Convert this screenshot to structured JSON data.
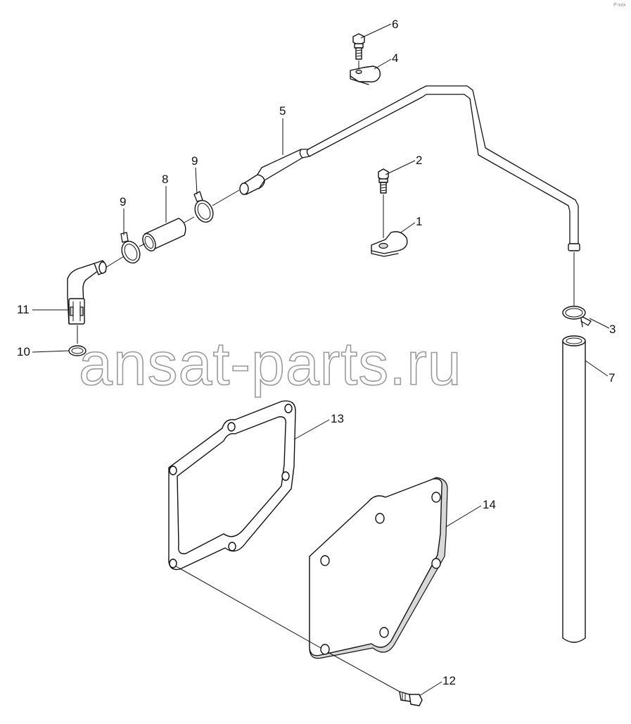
{
  "corner_mark": "P-xxx",
  "watermark": "ansat-parts.ru",
  "callouts": [
    {
      "id": "c1",
      "number": "1"
    },
    {
      "id": "c2",
      "number": "2"
    },
    {
      "id": "c3",
      "number": "3"
    },
    {
      "id": "c4",
      "number": "4"
    },
    {
      "id": "c5",
      "number": "5"
    },
    {
      "id": "c6",
      "number": "6"
    },
    {
      "id": "c7",
      "number": "7"
    },
    {
      "id": "c8",
      "number": "8"
    },
    {
      "id": "c9a",
      "number": "9"
    },
    {
      "id": "c9b",
      "number": "9"
    },
    {
      "id": "c10",
      "number": "10"
    },
    {
      "id": "c11",
      "number": "11"
    },
    {
      "id": "c12",
      "number": "12"
    },
    {
      "id": "c13",
      "number": "13"
    },
    {
      "id": "c14",
      "number": "14"
    }
  ]
}
